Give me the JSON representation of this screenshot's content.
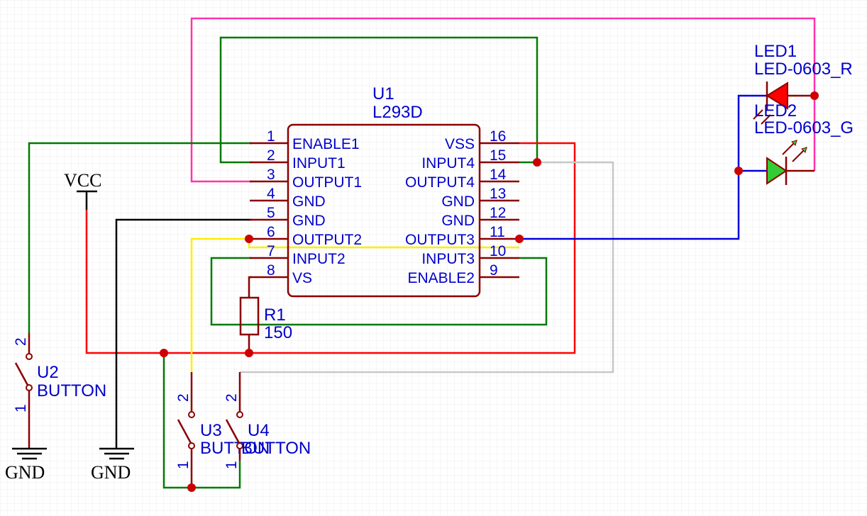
{
  "ic": {
    "designator": "U1",
    "part": "L293D",
    "left_pins": [
      {
        "num": "1",
        "name": "ENABLE1"
      },
      {
        "num": "2",
        "name": "INPUT1"
      },
      {
        "num": "3",
        "name": "OUTPUT1"
      },
      {
        "num": "4",
        "name": "GND"
      },
      {
        "num": "5",
        "name": "GND"
      },
      {
        "num": "6",
        "name": "OUTPUT2"
      },
      {
        "num": "7",
        "name": "INPUT2"
      },
      {
        "num": "8",
        "name": "VS"
      }
    ],
    "right_pins": [
      {
        "num": "16",
        "name": "VSS"
      },
      {
        "num": "15",
        "name": "INPUT4"
      },
      {
        "num": "14",
        "name": "OUTPUT4"
      },
      {
        "num": "13",
        "name": "GND"
      },
      {
        "num": "12",
        "name": "GND"
      },
      {
        "num": "11",
        "name": "OUTPUT3"
      },
      {
        "num": "10",
        "name": "INPUT3"
      },
      {
        "num": "9",
        "name": "ENABLE2"
      }
    ]
  },
  "led1": {
    "designator": "LED1",
    "part": "LED-0603_R"
  },
  "led2": {
    "designator": "LED2",
    "part": "LED-0603_G"
  },
  "r1": {
    "designator": "R1",
    "value": "150"
  },
  "u2": {
    "designator": "U2",
    "part": "BUTTON",
    "pin1": "1",
    "pin2": "2"
  },
  "u3": {
    "designator": "U3",
    "part": "BUTTON",
    "pin1": "1",
    "pin2": "2"
  },
  "u4": {
    "designator": "U4",
    "part": "BUTTON",
    "pin1": "1",
    "pin2": "2"
  },
  "vcc": {
    "label": "VCC"
  },
  "gnd1": {
    "label": "GND"
  },
  "gnd2": {
    "label": "GND"
  },
  "colors": {
    "grid": "#e6e6e6",
    "component": "#8b0000",
    "label": "#0000cc",
    "wire_red": "#ff0000",
    "wire_green": "#007a00",
    "wire_magenta": "#ff33aa",
    "wire_blue": "#0000dd",
    "wire_yellow": "#ffff00",
    "wire_gray": "#c8c8c8",
    "wire_black": "#000000",
    "led_red": "#ff0000",
    "led_green": "#33cc33"
  }
}
